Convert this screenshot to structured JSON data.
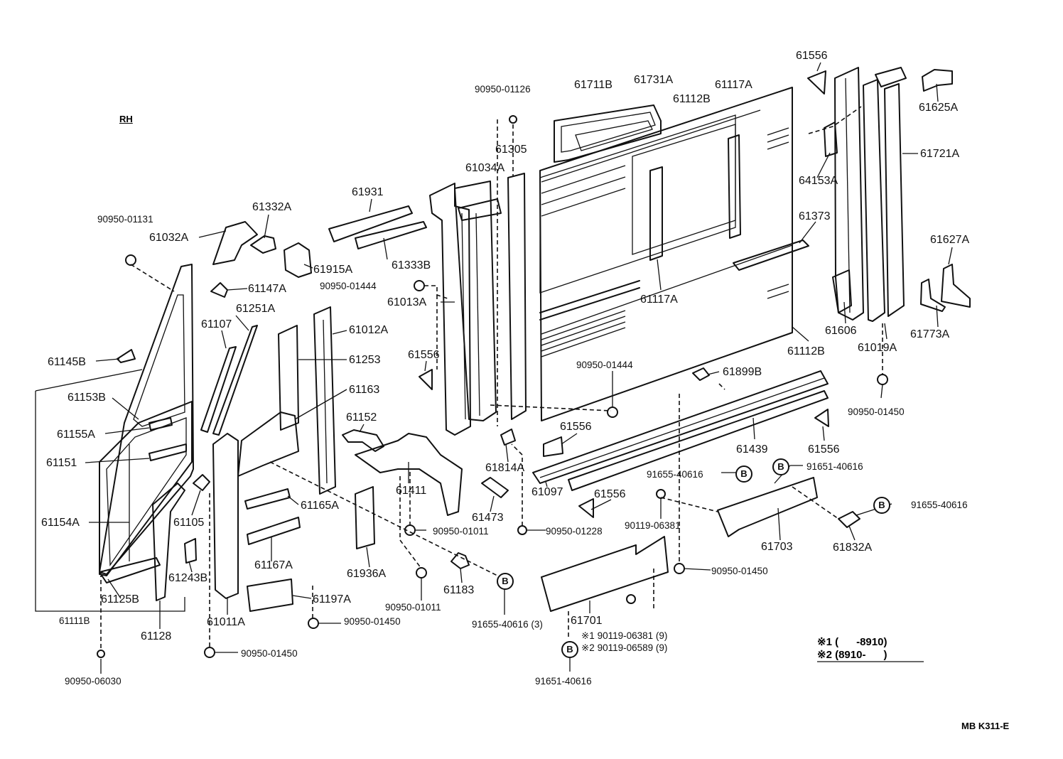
{
  "header": {
    "side": "RH"
  },
  "labels": [
    {
      "id": "l1",
      "text": "61556"
    },
    {
      "id": "l2",
      "text": "90950-01126"
    },
    {
      "id": "l3",
      "text": "61711B"
    },
    {
      "id": "l4",
      "text": "61731A"
    },
    {
      "id": "l5",
      "text": "61112B"
    },
    {
      "id": "l6",
      "text": "61117A"
    },
    {
      "id": "l7",
      "text": "61625A"
    },
    {
      "id": "l8",
      "text": "61721A"
    },
    {
      "id": "l9",
      "text": "64153A"
    },
    {
      "id": "l10",
      "text": "61305"
    },
    {
      "id": "l11",
      "text": "61034A"
    },
    {
      "id": "l12",
      "text": "61931"
    },
    {
      "id": "l13",
      "text": "61332A"
    },
    {
      "id": "l14",
      "text": "90950-01131"
    },
    {
      "id": "l15",
      "text": "61032A"
    },
    {
      "id": "l16",
      "text": "61333B"
    },
    {
      "id": "l17",
      "text": "61915A"
    },
    {
      "id": "l18",
      "text": "90950-01444"
    },
    {
      "id": "l19",
      "text": "61147A"
    },
    {
      "id": "l20",
      "text": "61013A"
    },
    {
      "id": "l21",
      "text": "61373"
    },
    {
      "id": "l22",
      "text": "61627A"
    },
    {
      "id": "l23",
      "text": "61117A"
    },
    {
      "id": "l24",
      "text": "61251A"
    },
    {
      "id": "l25",
      "text": "61107"
    },
    {
      "id": "l26",
      "text": "61012A"
    },
    {
      "id": "l27",
      "text": "61606"
    },
    {
      "id": "l28",
      "text": "61773A"
    },
    {
      "id": "l29",
      "text": "61019A"
    },
    {
      "id": "l30",
      "text": "61112B"
    },
    {
      "id": "l31",
      "text": "61145B"
    },
    {
      "id": "l32",
      "text": "61253"
    },
    {
      "id": "l33",
      "text": "61556"
    },
    {
      "id": "l34",
      "text": "90950-01444"
    },
    {
      "id": "l35",
      "text": "61899B"
    },
    {
      "id": "l36",
      "text": "61163"
    },
    {
      "id": "l37",
      "text": "61153B"
    },
    {
      "id": "l38",
      "text": "90950-01450"
    },
    {
      "id": "l39",
      "text": "61152"
    },
    {
      "id": "l40",
      "text": "61155A"
    },
    {
      "id": "l41",
      "text": "61556"
    },
    {
      "id": "l42",
      "text": "61439"
    },
    {
      "id": "l43",
      "text": "61556"
    },
    {
      "id": "l44",
      "text": "61151"
    },
    {
      "id": "l45",
      "text": "61814A"
    },
    {
      "id": "l46",
      "text": "91655-40616"
    },
    {
      "id": "l47",
      "text": "91651-40616"
    },
    {
      "id": "l48",
      "text": "61411"
    },
    {
      "id": "l49",
      "text": "61165A"
    },
    {
      "id": "l50",
      "text": "61473"
    },
    {
      "id": "l51",
      "text": "61097"
    },
    {
      "id": "l52",
      "text": "61556"
    },
    {
      "id": "l53",
      "text": "91655-40616"
    },
    {
      "id": "l54",
      "text": "61154A"
    },
    {
      "id": "l55",
      "text": "61105"
    },
    {
      "id": "l56",
      "text": "90950-01011"
    },
    {
      "id": "l57",
      "text": "90950-01228"
    },
    {
      "id": "l58",
      "text": "90119-06381"
    },
    {
      "id": "l59",
      "text": "61703"
    },
    {
      "id": "l60",
      "text": "61832A"
    },
    {
      "id": "l61",
      "text": "61167A"
    },
    {
      "id": "l62",
      "text": "61936A"
    },
    {
      "id": "l63",
      "text": "61243B"
    },
    {
      "id": "l64",
      "text": "61183"
    },
    {
      "id": "l65",
      "text": "90950-01450"
    },
    {
      "id": "l66",
      "text": "61125B"
    },
    {
      "id": "l67",
      "text": "61197A"
    },
    {
      "id": "l68",
      "text": "90950-01011"
    },
    {
      "id": "l69",
      "text": "61011A"
    },
    {
      "id": "l70",
      "text": "61111B"
    },
    {
      "id": "l71",
      "text": "90950-01450"
    },
    {
      "id": "l72",
      "text": "91655-40616 (3)"
    },
    {
      "id": "l73",
      "text": "61701"
    },
    {
      "id": "l74",
      "text": "61128"
    },
    {
      "id": "l75",
      "text": "※1 90119-06381 (9)"
    },
    {
      "id": "l76",
      "text": "※2 90119-06589 (9)"
    },
    {
      "id": "l77",
      "text": "90950-01450"
    },
    {
      "id": "l78",
      "text": "90950-06030"
    },
    {
      "id": "l79",
      "text": "91651-40616"
    }
  ],
  "badges": {
    "letter": "B"
  },
  "legend": {
    "line1": "※1 (      -8910)",
    "line2": "※2 (8910-      )"
  },
  "footer": {
    "code": "MB K311-E"
  }
}
